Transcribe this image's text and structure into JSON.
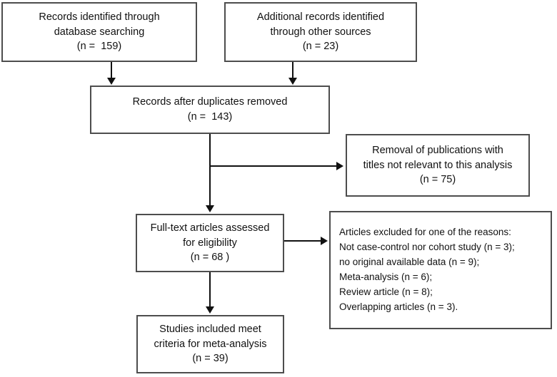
{
  "diagram": {
    "type": "prisma-flow-diagram",
    "title": "PRISMA study selection flow diagram",
    "colors": {
      "box_border": "#4d4d4d",
      "connector": "#111111",
      "text": "#111111",
      "background": "#ffffff"
    },
    "boxes": [
      {
        "id": "records-database",
        "align": "center",
        "lines": [
          "Records identified through",
          "database searching",
          "(n =  159)"
        ]
      },
      {
        "id": "records-other-sources",
        "align": "center",
        "lines": [
          "Additional records identified",
          "through other sources",
          "(n = 23)"
        ]
      },
      {
        "id": "records-after-duplicates",
        "align": "center",
        "lines": [
          "Records after duplicates removed",
          "(n =  143)"
        ]
      },
      {
        "id": "removal-irrelevant-titles",
        "align": "center",
        "lines": [
          "Removal of publications with",
          "titles not relevant to this analysis",
          "(n = 75)"
        ]
      },
      {
        "id": "fulltext-assessed",
        "align": "center",
        "lines": [
          "Full-text articles assessed",
          "for eligibility",
          "(n = 68 )"
        ]
      },
      {
        "id": "articles-excluded",
        "align": "left",
        "lines": [
          "Articles excluded for one of the reasons:",
          "Not case-control nor cohort study (n = 3);",
          "no original available data (n = 9);",
          "Meta-analysis (n = 6);",
          "Review article (n = 8);",
          "Overlapping articles (n = 3)."
        ]
      },
      {
        "id": "studies-included",
        "align": "center",
        "lines": [
          "Studies included meet",
          "criteria for meta-analysis",
          "(n = 39)"
        ]
      }
    ],
    "counts": {
      "database_searching": 159,
      "other_sources": 23,
      "after_duplicates": 143,
      "removed_irrelevant_titles": 75,
      "fulltext_assessed": 68,
      "excluded_not_case_control_nor_cohort": 3,
      "excluded_no_original_data": 9,
      "excluded_meta_analysis": 6,
      "excluded_review_article": 8,
      "excluded_overlapping": 3,
      "studies_included": 39
    }
  }
}
